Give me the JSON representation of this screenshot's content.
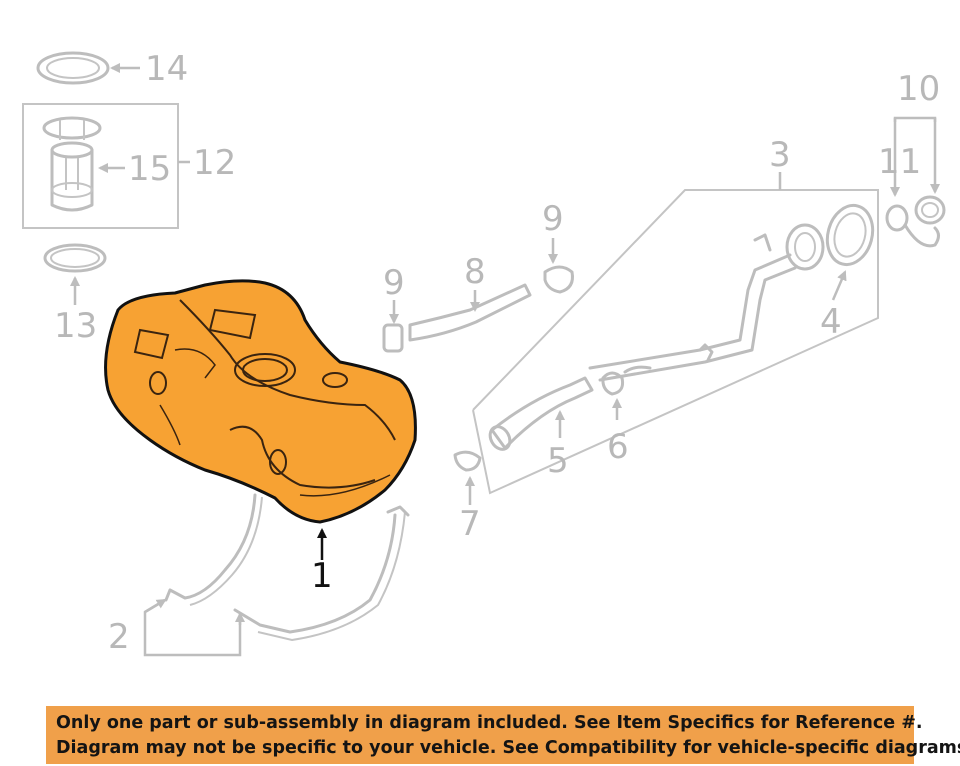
{
  "diagram": {
    "colors": {
      "highlight": "#f7a233",
      "part_outline": "#bdbdbd",
      "callout": "#b8b8b8",
      "main_callout": "#111111"
    },
    "callouts": {
      "c1": "1",
      "c2": "2",
      "c3": "3",
      "c4": "4",
      "c5": "5",
      "c6": "6",
      "c7": "7",
      "c8": "8",
      "c9a": "9",
      "c9b": "9",
      "c10": "10",
      "c11": "11",
      "c12": "12",
      "c13": "13",
      "c14": "14",
      "c15": "15"
    }
  },
  "notice": {
    "background": "#f0a04a",
    "line1": "Only one part or sub-assembly in diagram included. See Item Specifics for Reference #.",
    "line2": "Diagram may not be specific to your vehicle. See Compatibility for vehicle-specific diagrams."
  }
}
